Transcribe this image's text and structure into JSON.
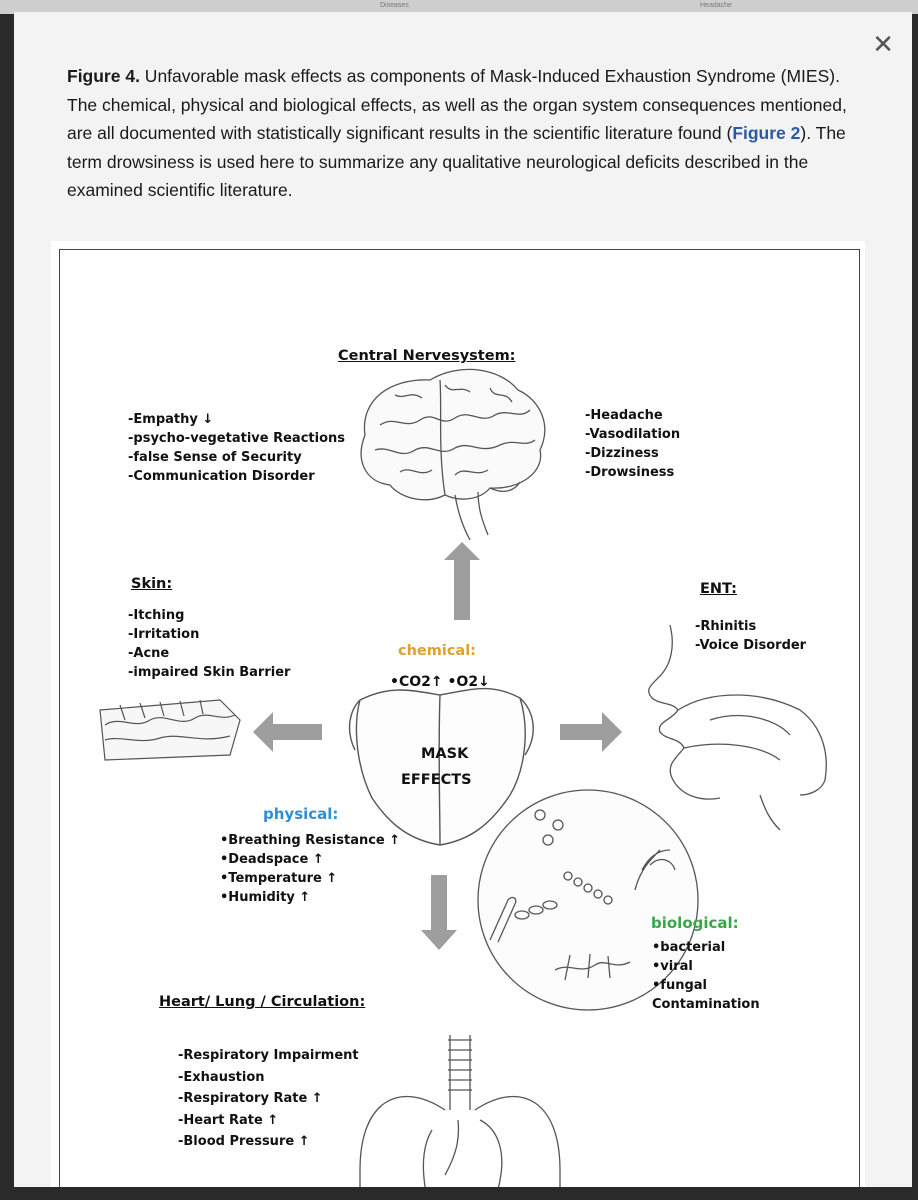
{
  "background_text": [
    "Diseases",
    "Headache"
  ],
  "close_label": "✕",
  "caption": {
    "figure_label": "Figure 4.",
    "text_part1": " Unfavorable mask effects as components of Mask-Induced Exhaustion Syndrome (MIES). The chemical, physical and biological effects, as well as the organ system consequences mentioned, are all documented with statistically significant results in the scientific literature found (",
    "link_text": "Figure 2",
    "text_part2": "). The term drowsiness is used here to summarize any qualitative neurological deficits described in the examined scientific literature."
  },
  "figure": {
    "cns_title": "Central Nervesystem:",
    "cns_left": [
      "-Empathy ↓",
      "-psycho-vegetative Reactions",
      "-false Sense of Security",
      "-Communication Disorder"
    ],
    "cns_right": [
      "-Headache",
      "-Vasodilation",
      "-Dizziness",
      "-Drowsiness"
    ],
    "skin_title": "Skin:",
    "skin_items": [
      "-Itching",
      "-Irritation",
      "-Acne",
      "-impaired Skin Barrier"
    ],
    "ent_title": "ENT:",
    "ent_items": [
      "-Rhinitis",
      "-Voice Disorder"
    ],
    "chemical_title": "chemical:",
    "chemical_items": "•CO2↑  •O2↓",
    "mask_label_1": "MASK",
    "mask_label_2": "EFFECTS",
    "physical_title": "physical:",
    "physical_items": [
      "•Breathing Resistance ↑",
      "•Deadspace ↑",
      "•Temperature ↑",
      "•Humidity ↑"
    ],
    "biological_title": "biological:",
    "biological_items": [
      "•bacterial",
      "•viral",
      "•fungal",
      "Contamination"
    ],
    "heart_title": "Heart/ Lung / Circulation:",
    "heart_items": [
      "-Respiratory Impairment",
      "-Exhaustion",
      "-Respiratory Rate ↑",
      "-Heart Rate ↑",
      "-Blood Pressure ↑"
    ],
    "colors": {
      "chemical": "#e0a12a",
      "physical": "#2f8fd6",
      "biological": "#3aa64a",
      "arrow": "#9e9e9e"
    }
  }
}
